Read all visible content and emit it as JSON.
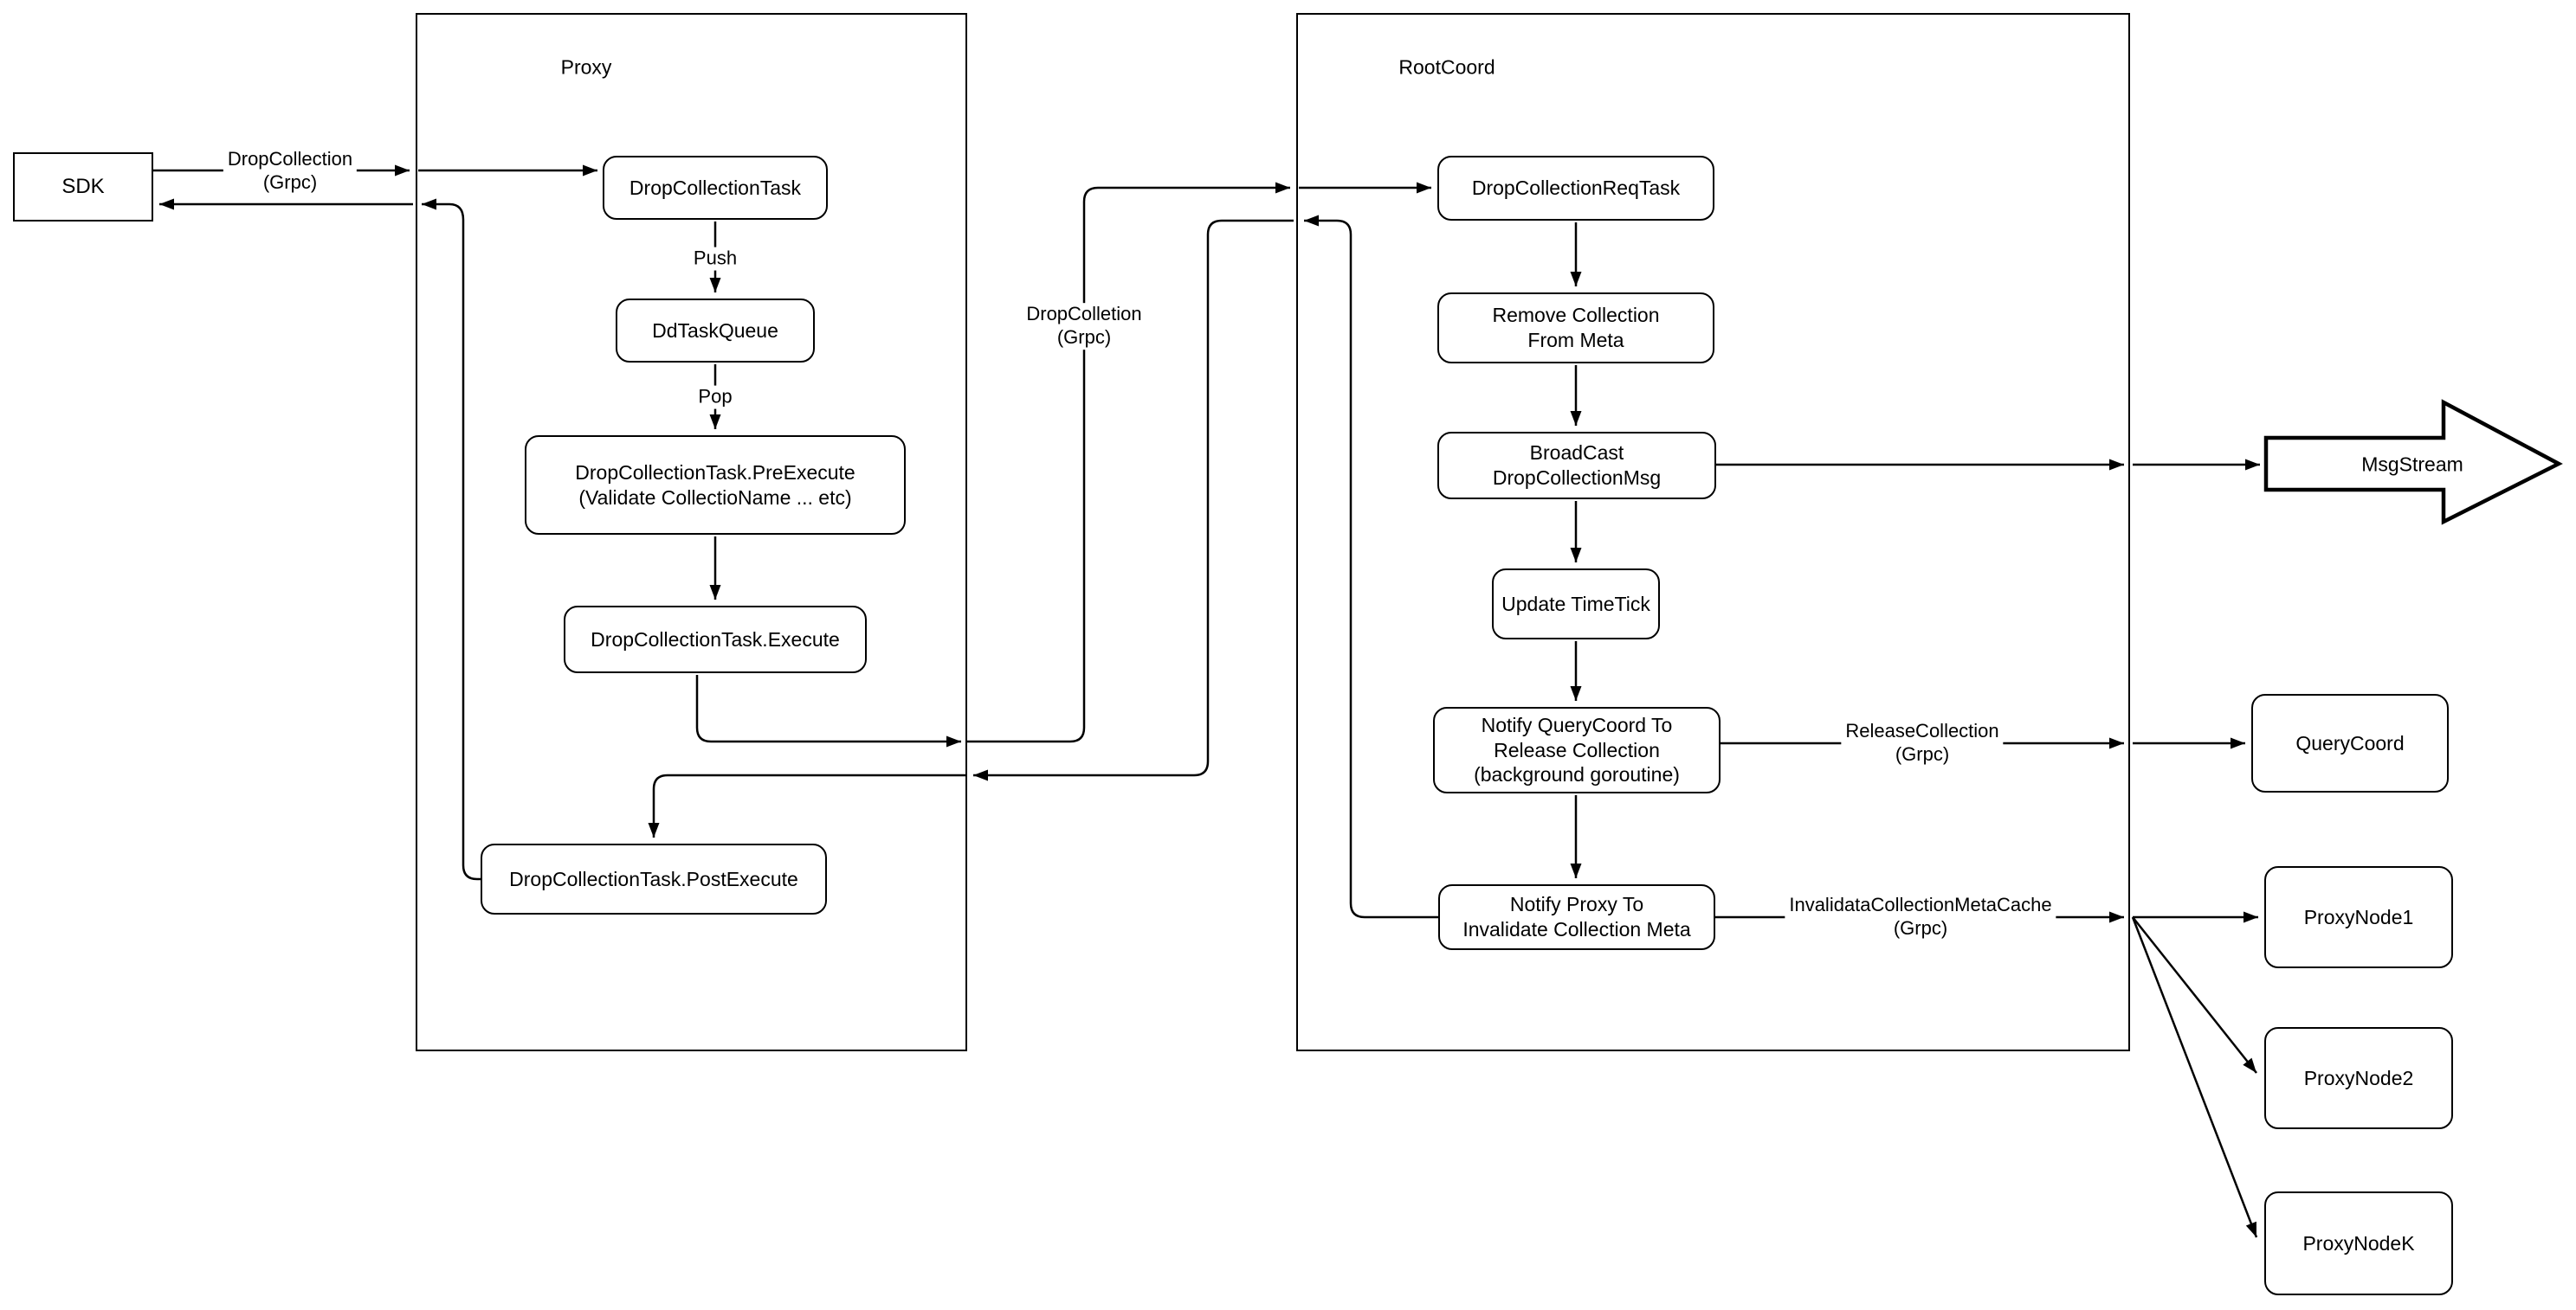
{
  "canvas": {
    "background": "#ffffff",
    "line_color": "#000000",
    "node_fill": "#ffffff",
    "node_border": "#000000"
  },
  "containers": {
    "proxy": {
      "title": "Proxy"
    },
    "root_coord": {
      "title": "RootCoord"
    }
  },
  "nodes": {
    "sdk": {
      "label": "SDK"
    },
    "drop_collection_task": {
      "label": "DropCollectionTask"
    },
    "dd_task_queue": {
      "label": "DdTaskQueue"
    },
    "pre_execute": {
      "label": "DropCollectionTask.PreExecute\n(Validate CollectioName ... etc)"
    },
    "execute": {
      "label": "DropCollectionTask.Execute"
    },
    "post_execute": {
      "label": "DropCollectionTask.PostExecute"
    },
    "drop_collection_req_task": {
      "label": "DropCollectionReqTask"
    },
    "remove_collection_from_meta": {
      "label": "Remove Collection\nFrom Meta"
    },
    "broadcast_drop_collection_msg": {
      "label": "BroadCast\nDropCollectionMsg"
    },
    "update_time_tick": {
      "label": "Update TimeTick"
    },
    "notify_query_coord": {
      "label": "Notify QueryCoord To\nRelease Collection\n(background goroutine)"
    },
    "notify_proxy": {
      "label": "Notify Proxy To\nInvalidate Collection Meta"
    },
    "msg_stream": {
      "label": "MsgStream"
    },
    "query_coord": {
      "label": "QueryCoord"
    },
    "proxy_node_1": {
      "label": "ProxyNode1"
    },
    "proxy_node_2": {
      "label": "ProxyNode2"
    },
    "proxy_node_k": {
      "label": "ProxyNodeK"
    }
  },
  "edge_labels": {
    "sdk_grpc": "DropCollection\n(Grpc)",
    "push": "Push",
    "pop": "Pop",
    "proxy_to_rootcoord_grpc": "DropColletion\n(Grpc)",
    "release_collection_grpc": "ReleaseCollection\n(Grpc)",
    "invalidate_collection_meta_cache_grpc": "InvalidataCollectionMetaCache\n(Grpc)"
  }
}
